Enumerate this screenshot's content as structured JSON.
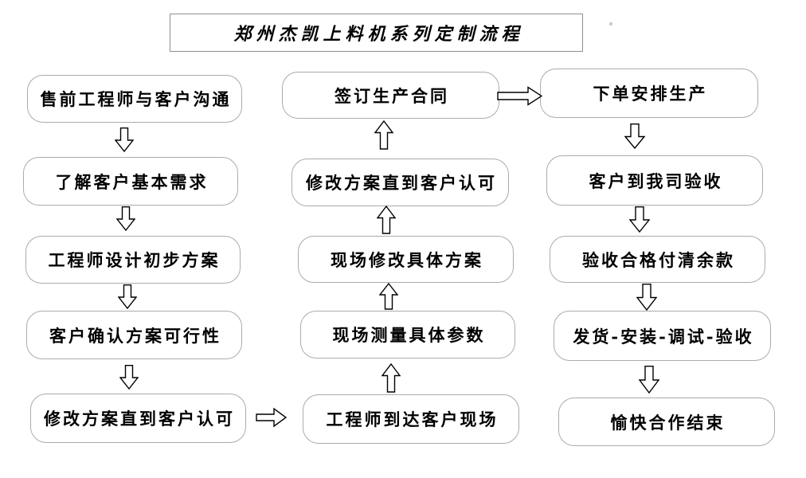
{
  "title": {
    "text": "郑州杰凯上料机系列定制流程"
  },
  "flow": {
    "left_column": [
      {
        "label": "售前工程师与客户沟通"
      },
      {
        "label": "了解客户基本需求"
      },
      {
        "label": "工程师设计初步方案"
      },
      {
        "label": "客户确认方案可行性"
      },
      {
        "label": "修改方案直到客户认可"
      }
    ],
    "middle_column": [
      {
        "label": "签订生产合同"
      },
      {
        "label": "修改方案直到客户认可"
      },
      {
        "label": "现场修改具体方案"
      },
      {
        "label": "现场测量具体参数"
      },
      {
        "label": "工程师到达客户现场"
      }
    ],
    "right_column": [
      {
        "label": "下单安排生产"
      },
      {
        "label": "客户到我司验收"
      },
      {
        "label": "验收合格付清余款"
      },
      {
        "label": "发货-安装-调试-验收"
      },
      {
        "label": "愉快合作结束"
      }
    ],
    "arrow_directions": {
      "left_column": "down",
      "middle_column": "up",
      "right_column": "down",
      "cross_links": [
        {
          "from": "修改方案直到客户认可(左列底部)",
          "to": "工程师到达客户现场",
          "direction": "right"
        },
        {
          "from": "签订生产合同",
          "to": "下单安排生产",
          "direction": "right"
        }
      ]
    }
  },
  "colors": {
    "background": "#ffffff",
    "box_border": "#ababab",
    "title_border": "#8f8f8f",
    "arrow_outline": "#000000",
    "text": "#000000"
  }
}
